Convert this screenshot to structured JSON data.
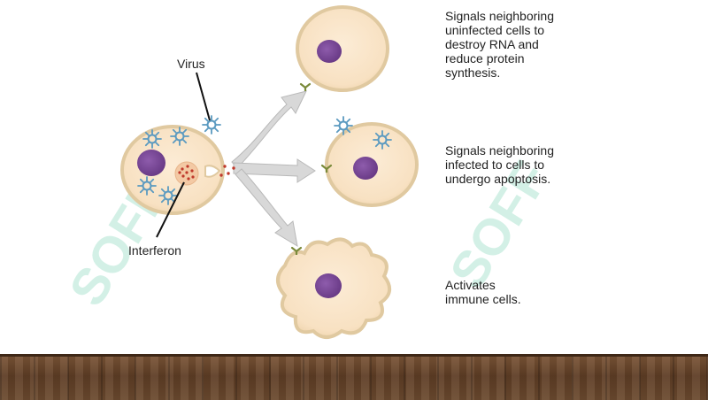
{
  "labels": {
    "virus": "Virus",
    "interferon": "Interferon"
  },
  "captions": {
    "uninfected": "Signals neighboring\nuninfected cells to\ndestroy RNA and\nreduce protein\nsynthesis.",
    "infected": "Signals neighboring\ninfected to cells to\nundergo apoptosis.",
    "immune": "Activates\nimmune cells."
  },
  "watermark": {
    "text": "SOFF"
  },
  "colors": {
    "cell_fill": "#f9e3c6",
    "cell_border": "#e0c9a0",
    "nucleus": "#7e4a9c",
    "virus": "#5b9ac0",
    "arrow": "#d4d4d4",
    "receptor": "#7a8a3a",
    "interferon_dot": "#c0392b",
    "floor": "#6b4a2f"
  }
}
